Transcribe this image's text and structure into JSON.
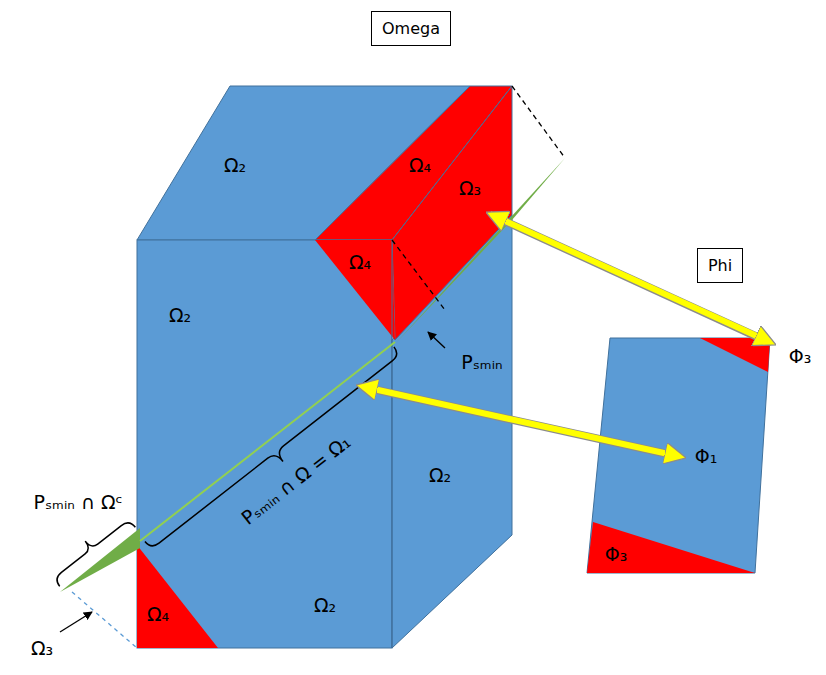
{
  "diagram": {
    "nodes": [
      {
        "text": [
          "Omega"
        ]
      },
      {
        "text": [
          "Phi"
        ]
      }
    ],
    "labels": [
      "Ω₂",
      "Ω₄",
      "Ω₃",
      "Ω₂",
      "Ω₄",
      "Pₛₘᵢₙ",
      "Pₛₘᵢₙ ∩ Ωᶜ",
      "Pₛₘᵢₙ ∩ Ω = Ω₁",
      "Ω₂",
      "Ω₄",
      "Ω₂",
      "Ω₃",
      "Φ₃",
      "Φ₁",
      "Φ₃"
    ]
  }
}
